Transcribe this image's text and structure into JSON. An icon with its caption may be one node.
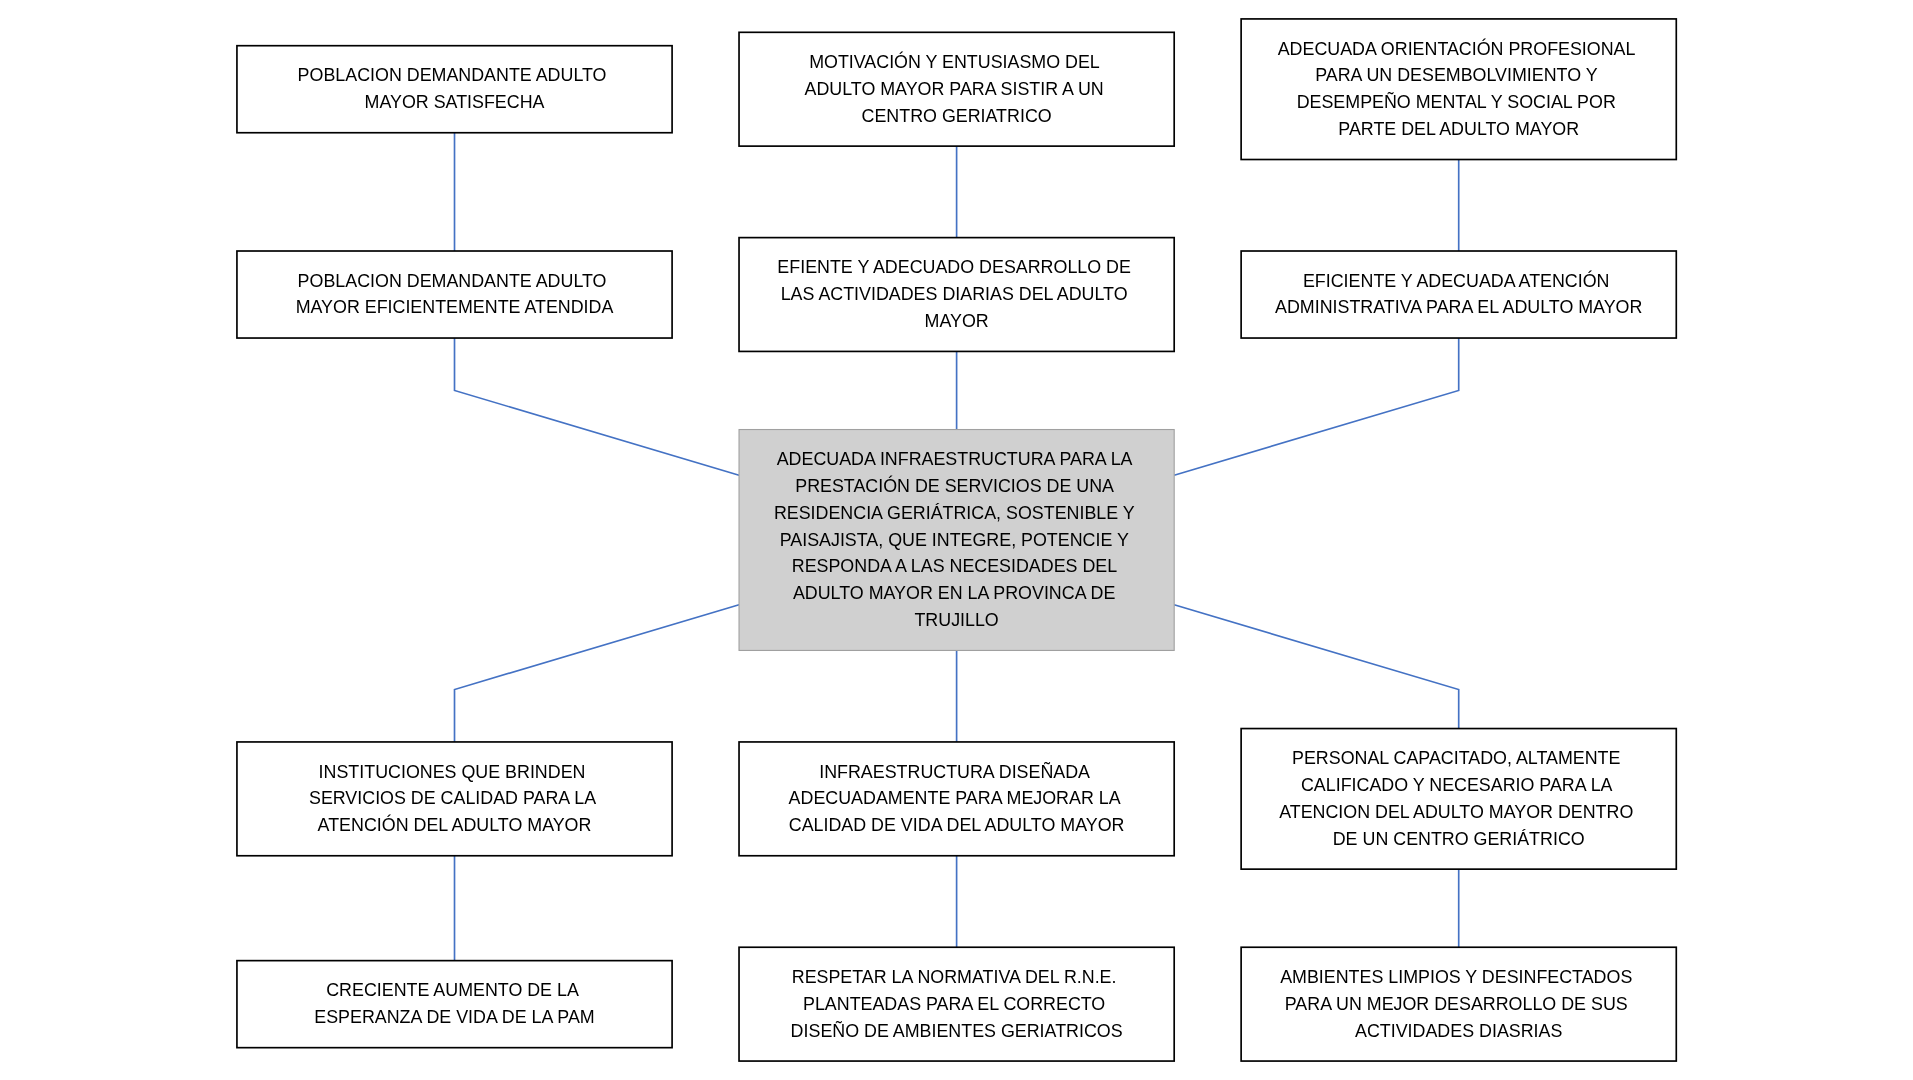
{
  "diagram": {
    "nodes": [
      {
        "text": [
          "POBLACION DEMANDANTE ADULTO MAYOR SATISFECHA"
        ]
      },
      {
        "text": [
          "MOTIVACIÓN Y ENTUSIASMO DEL ADULTO MAYOR PARA SISTIR A UN CENTRO GERIATRICO"
        ]
      },
      {
        "text": [
          "ADECUADA ORIENTACIÓN PROFESIONAL PARA UN DESEMBOLVIMIENTO Y DESEMPEÑO MENTAL Y SOCIAL POR PARTE DEL ADULTO MAYOR"
        ]
      },
      {
        "text": [
          "POBLACION DEMANDANTE ADULTO MAYOR EFICIENTEMENTE ATENDIDA"
        ]
      },
      {
        "text": [
          "EFIENTE Y ADECUADO DESARROLLO DE LAS ACTIVIDADES DIARIAS DEL ADULTO MAYOR"
        ]
      },
      {
        "text": [
          "EFICIENTE Y ADECUADA ATENCIÓN ADMINISTRATIVA PARA EL ADULTO MAYOR"
        ]
      },
      {
        "text": [
          "ADECUADA INFRAESTRUCTURA PARA LA PRESTACIÓN DE SERVICIOS DE UNA RESIDENCIA GERIÁTRICA, SOSTENIBLE Y PAISAJISTA, QUE INTEGRE, POTENCIE Y RESPONDA A LAS NECESIDADES DEL ADULTO MAYOR EN LA PROVINCA DE TRUJILLO"
        ]
      },
      {
        "text": [
          "INSTITUCIONES QUE BRINDEN SERVICIOS DE CALIDAD PARA LA ATENCIÓN DEL ADULTO MAYOR"
        ]
      },
      {
        "text": [
          "INFRAESTRUCTURA DISEÑADA ADECUADAMENTE PARA MEJORAR LA CALIDAD DE VIDA DEL ADULTO MAYOR"
        ]
      },
      {
        "text": [
          "PERSONAL CAPACITADO, ALTAMENTE CALIFICADO Y NECESARIO PARA LA ATENCION DEL ADULTO MAYOR DENTRO DE UN CENTRO GERIÁTRICO"
        ]
      },
      {
        "text": [
          "CRECIENTE AUMENTO DE LA ESPERANZA DE VIDA DE LA PAM"
        ]
      },
      {
        "text": [
          "RESPETAR LA NORMATIVA DEL R.N.E. PLANTEADAS PARA EL CORRECTO DISEÑO DE AMBIENTES GERIATRICOS"
        ]
      },
      {
        "text": [
          "AMBIENTES LIMPIOS Y DESINFECTADOS PARA UN MEJOR DESARROLLO DE SUS ACTIVIDADES DIASRIAS"
        ]
      }
    ],
    "edges": [
      {
        "from": 0,
        "to": 3,
        "arrow": "none"
      },
      {
        "from": 1,
        "to": 4,
        "arrow": "none"
      },
      {
        "from": 2,
        "to": 5,
        "arrow": "none"
      },
      {
        "from": 3,
        "to": 6,
        "arrow": "none"
      },
      {
        "from": 4,
        "to": 6,
        "arrow": "none"
      },
      {
        "from": 5,
        "to": 6,
        "arrow": "none"
      },
      {
        "from": 6,
        "to": 7,
        "arrow": "none"
      },
      {
        "from": 6,
        "to": 8,
        "arrow": "none"
      },
      {
        "from": 6,
        "to": 9,
        "arrow": "none"
      },
      {
        "from": 7,
        "to": 10,
        "arrow": "none"
      },
      {
        "from": 8,
        "to": 11,
        "arrow": "none"
      },
      {
        "from": 9,
        "to": 12,
        "arrow": "none"
      }
    ]
  }
}
